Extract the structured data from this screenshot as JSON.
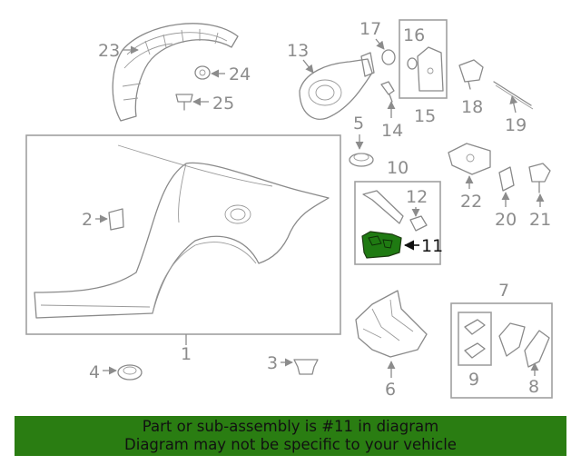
{
  "labels": {
    "l1": "1",
    "l2": "2",
    "l3": "3",
    "l4": "4",
    "l5": "5",
    "l6": "6",
    "l7": "7",
    "l8": "8",
    "l9": "9",
    "l10": "10",
    "l11": "11",
    "l12": "12",
    "l13": "13",
    "l14": "14",
    "l15": "15",
    "l16": "16",
    "l17": "17",
    "l18": "18",
    "l19": "19",
    "l20": "20",
    "l21": "21",
    "l22": "22",
    "l23": "23",
    "l24": "24",
    "l25": "25"
  },
  "highlight": {
    "part": "11",
    "color": "#1f7a12"
  },
  "footer": {
    "line1": "Part or sub-assembly is #11 in diagram",
    "line2": "Diagram may not be specific to your vehicle",
    "background": "#2a7d12"
  }
}
